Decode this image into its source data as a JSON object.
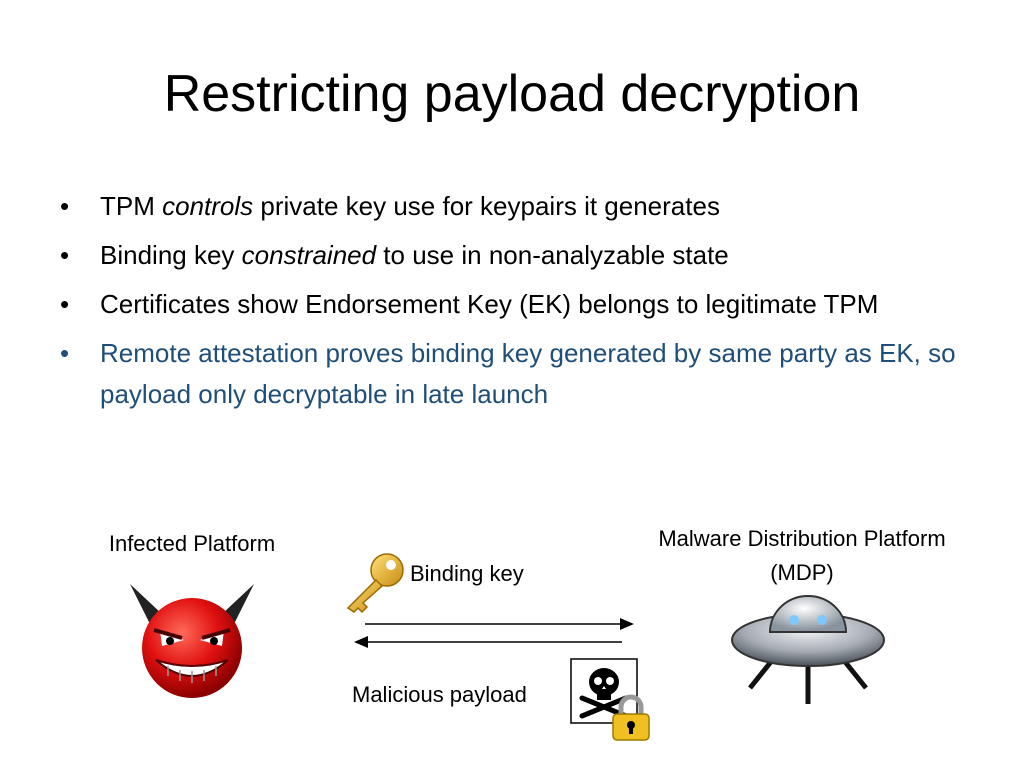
{
  "slide": {
    "title": "Restricting payload decryption"
  },
  "bullets": [
    {
      "pre": "TPM ",
      "em": "controls",
      "post": " private key use for keypairs it generates",
      "highlight": false
    },
    {
      "pre": "Binding key ",
      "em": "constrained",
      "post": " to use in non-analyzable state",
      "highlight": false
    },
    {
      "pre": "Certificates show Endorsement Key (EK) belongs to legitimate TPM",
      "em": "",
      "post": "",
      "highlight": false
    },
    {
      "pre": "Remote attestation proves binding key generated by same party as EK, so payload only decryptable in late launch",
      "em": "",
      "post": "",
      "highlight": true
    }
  ],
  "bullet_glyph": "•",
  "diagram": {
    "left_label": "Infected Platform",
    "right_label_line1": "Malware Distribution Platform",
    "right_label_line2": "(MDP)",
    "top_arrow_label": "Binding key",
    "bottom_arrow_label": "Malicious payload"
  },
  "colors": {
    "highlight_text": "#1f4e79",
    "devil_red": "#e01010",
    "key_gold": "#e8b020",
    "lock_gold": "#f0c020"
  },
  "icons": {
    "left": "devil-face-icon",
    "key": "key-icon",
    "payload": "skull-crossbones-icon",
    "lock": "padlock-icon",
    "right": "ufo-icon"
  }
}
